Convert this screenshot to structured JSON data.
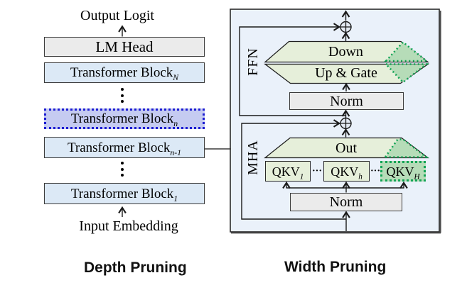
{
  "left_stack": {
    "output_label": "Output Logit",
    "lm_head_label": "LM Head",
    "blocks": [
      {
        "base": "Transformer Block",
        "sub": "N"
      },
      {
        "base": "Transformer Block",
        "sub": "n"
      },
      {
        "base": "Transformer Block",
        "sub": "n-1"
      },
      {
        "base": "Transformer Block",
        "sub": "1"
      }
    ],
    "input_label": "Input Embedding"
  },
  "right_panel": {
    "ffn": {
      "label": "FFN",
      "down_label": "Down",
      "up_gate_label": "Up & Gate",
      "norm_label": "Norm"
    },
    "mha": {
      "label": "MHA",
      "out_label": "Out",
      "heads": [
        {
          "base": "QKV",
          "sub": "1"
        },
        {
          "base": "QKV",
          "sub": "h"
        },
        {
          "base": "QKV",
          "sub": "H"
        }
      ],
      "dots": "···",
      "norm_label": "Norm"
    }
  },
  "legend": {
    "depth_label": "Depth Pruning",
    "width_label": "Width Pruning"
  },
  "colors": {
    "panel_bg": "#eaf1fa",
    "block_blue": "#dce9f6",
    "pruned_blue_fill": "#c5cbf1",
    "depth_accent": "#1c1cd2",
    "gray_box": "#ebebeb",
    "green_box": "#e6efda",
    "pruned_green_fill": "#b6dcb8",
    "width_accent": "#12a455"
  }
}
